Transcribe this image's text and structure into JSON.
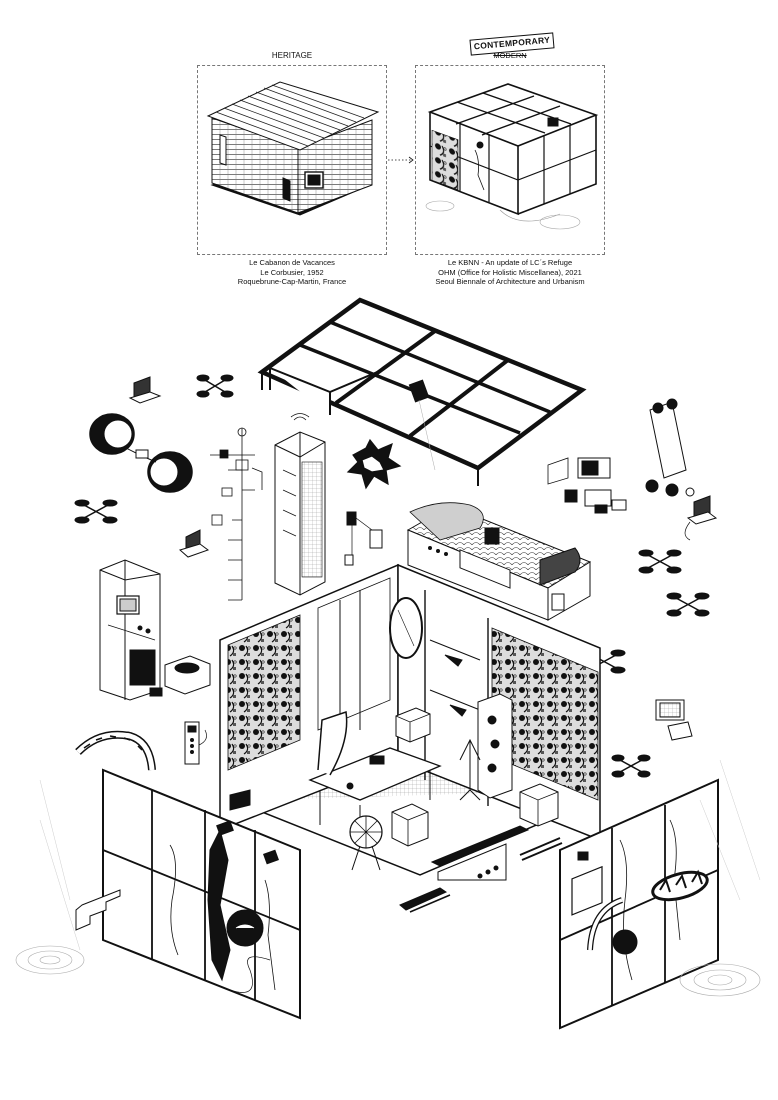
{
  "header": {
    "heritage_label": "HERITAGE",
    "contemporary_label": "CONTEMPORARY",
    "modern_label": "MODERN"
  },
  "captions": {
    "left": {
      "line1": "Le Cabanon de Vacances",
      "line2": "Le Corbusier, 1952",
      "line3": "Roquebrune-Cap-Martin, France"
    },
    "right": {
      "line1": "Le KBNN - An update of LC´s Refuge",
      "line2": "OHM (Office for Holistic Miscellanea), 2021",
      "line3": "Seoul Biennale of Architecture and Urbanism"
    }
  },
  "colors": {
    "ink": "#111111",
    "paper": "#ffffff",
    "hatch": "#555555"
  }
}
